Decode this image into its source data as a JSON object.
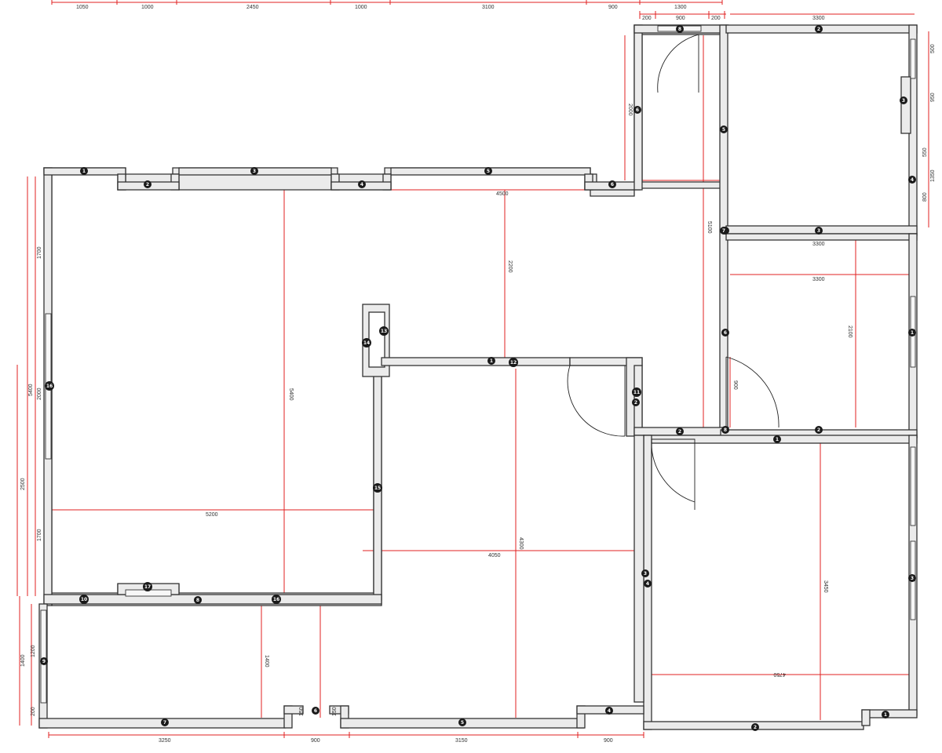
{
  "top_dims_left": [
    "1050",
    "1000",
    "2450",
    "1000",
    "3100",
    "900",
    "1300"
  ],
  "top_dims_right": [
    "200",
    "900",
    "200"
  ],
  "top_dim_right_room": "3300",
  "interior_dims": {
    "main_room_height": "5400",
    "main_room_width": "5200",
    "corridor_h": "2200",
    "corridor_w": "4500",
    "hall_mid": "1300",
    "hall_len": "5100",
    "entry_height": "2000",
    "room_tr_width_a": "3300",
    "room_tr_width_b": "3300",
    "room_mr_height": "2100",
    "door_900": "900",
    "living_w": "4050",
    "living_h": "4300",
    "room_br_h": "3450",
    "room_br_w": "4750",
    "bottom_room_h": "1400"
  },
  "left_dims": [
    "1700",
    "5400",
    "2000",
    "2500",
    "1700",
    "1200",
    "1400",
    "200"
  ],
  "right_dims": [
    "500",
    "950",
    "550",
    "800",
    "1350"
  ],
  "bottom_dims": [
    "3250",
    "900",
    "3150",
    "900"
  ],
  "small_dims": [
    "150",
    "150"
  ],
  "markers": [
    {
      "id": "m-a",
      "n": "1"
    },
    {
      "id": "m-b",
      "n": "2"
    },
    {
      "id": "m-c",
      "n": "3"
    },
    {
      "id": "m-d",
      "n": "4"
    },
    {
      "id": "m-e",
      "n": "5"
    },
    {
      "id": "m-f",
      "n": "6"
    },
    {
      "id": "m-g",
      "n": "7"
    },
    {
      "id": "m-h",
      "n": "8"
    },
    {
      "id": "m-i",
      "n": "2"
    },
    {
      "id": "m-j",
      "n": "3"
    },
    {
      "id": "m-k",
      "n": "4"
    },
    {
      "id": "m-l",
      "n": "5"
    },
    {
      "id": "m-m",
      "n": "6"
    },
    {
      "id": "m-n",
      "n": "7"
    },
    {
      "id": "m-o",
      "n": "3"
    },
    {
      "id": "m-p",
      "n": "1"
    },
    {
      "id": "m-q",
      "n": "2"
    },
    {
      "id": "m-r",
      "n": "14"
    },
    {
      "id": "m-s",
      "n": "13"
    },
    {
      "id": "m-t",
      "n": "1"
    },
    {
      "id": "m-u",
      "n": "12"
    },
    {
      "id": "m-v",
      "n": "11"
    },
    {
      "id": "m-w",
      "n": "2"
    },
    {
      "id": "m-x",
      "n": "16"
    },
    {
      "id": "m-y",
      "n": "15"
    },
    {
      "id": "m-z",
      "n": "10"
    },
    {
      "id": "m-aa",
      "n": "17"
    },
    {
      "id": "m-ab",
      "n": "8"
    },
    {
      "id": "m-ac",
      "n": "16"
    },
    {
      "id": "m-ad",
      "n": "9"
    },
    {
      "id": "m-ae",
      "n": "1"
    },
    {
      "id": "m-af",
      "n": "2"
    },
    {
      "id": "m-ag",
      "n": "3"
    },
    {
      "id": "m-ah",
      "n": "6"
    },
    {
      "id": "m-ai",
      "n": "4"
    },
    {
      "id": "m-aj",
      "n": "5"
    },
    {
      "id": "m-ak",
      "n": "6"
    },
    {
      "id": "m-al",
      "n": "7"
    },
    {
      "id": "m-am",
      "n": "8"
    },
    {
      "id": "m-an",
      "n": "1"
    },
    {
      "id": "m-ao",
      "n": "2"
    },
    {
      "id": "m-ap",
      "n": "3"
    },
    {
      "id": "m-aq",
      "n": "4"
    },
    {
      "id": "m-ar",
      "n": "5"
    },
    {
      "id": "m-as",
      "n": "1"
    },
    {
      "id": "m-at",
      "n": "2"
    },
    {
      "id": "m-au",
      "n": "9"
    },
    {
      "id": "m-av",
      "n": "12"
    },
    {
      "id": "m-aw",
      "n": "4"
    },
    {
      "id": "m-ax",
      "n": "1"
    },
    {
      "id": "m-ay",
      "n": "5"
    },
    {
      "id": "m-az",
      "n": "8"
    }
  ]
}
